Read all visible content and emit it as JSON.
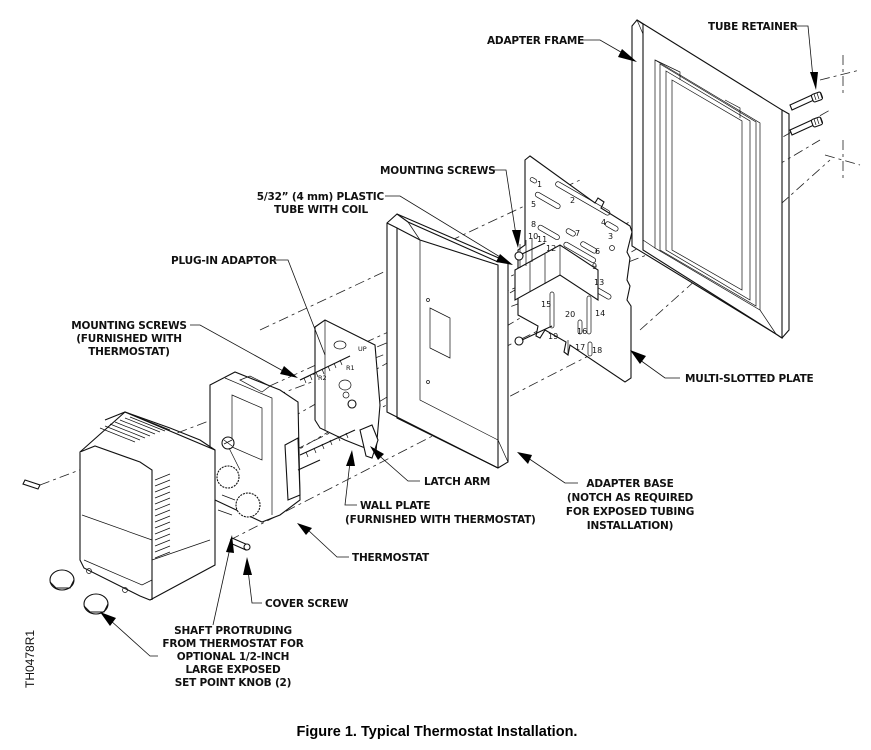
{
  "figure": {
    "caption": "Figure 1.  Typical Thermostat Installation.",
    "drawing_code": "TH0478R1"
  },
  "labels": {
    "adapter_frame": "ADAPTER FRAME",
    "tube_retainer": "TUBE RETAINER",
    "mounting_screws_top": "MOUNTING SCREWS",
    "plastic_tube": [
      "5/32” (4 mm) PLASTIC",
      "TUBE WITH COIL"
    ],
    "plug_in_adaptor": "PLUG-IN ADAPTOR",
    "mounting_screws_left": [
      "MOUNTING SCREWS",
      "(FURNISHED WITH",
      "THERMOSTAT)"
    ],
    "multi_slotted_plate": "MULTI-SLOTTED PLATE",
    "latch_arm": "LATCH ARM",
    "adapter_base": [
      "ADAPTER BASE",
      "(NOTCH AS REQUIRED",
      "FOR EXPOSED TUBING",
      "INSTALLATION)"
    ],
    "wall_plate": [
      "WALL PLATE",
      "(FURNISHED WITH THERMOSTAT)"
    ],
    "thermostat": "THERMOSTAT",
    "cover_screw": "COVER SCREW",
    "shaft_protruding": [
      "SHAFT PROTRUDING",
      "FROM THERMOSTAT FOR",
      "OPTIONAL 1/2-INCH",
      "LARGE EXPOSED",
      "SET POINT KNOB (2)"
    ]
  },
  "plate_numbers": [
    "1",
    "2",
    "3",
    "4",
    "5",
    "6",
    "7",
    "8",
    "9",
    "10",
    "11",
    "12",
    "13",
    "14",
    "15",
    "16",
    "17",
    "18",
    "19",
    "20"
  ],
  "wall_plate_marks": [
    "UP",
    "R1",
    "R2"
  ]
}
